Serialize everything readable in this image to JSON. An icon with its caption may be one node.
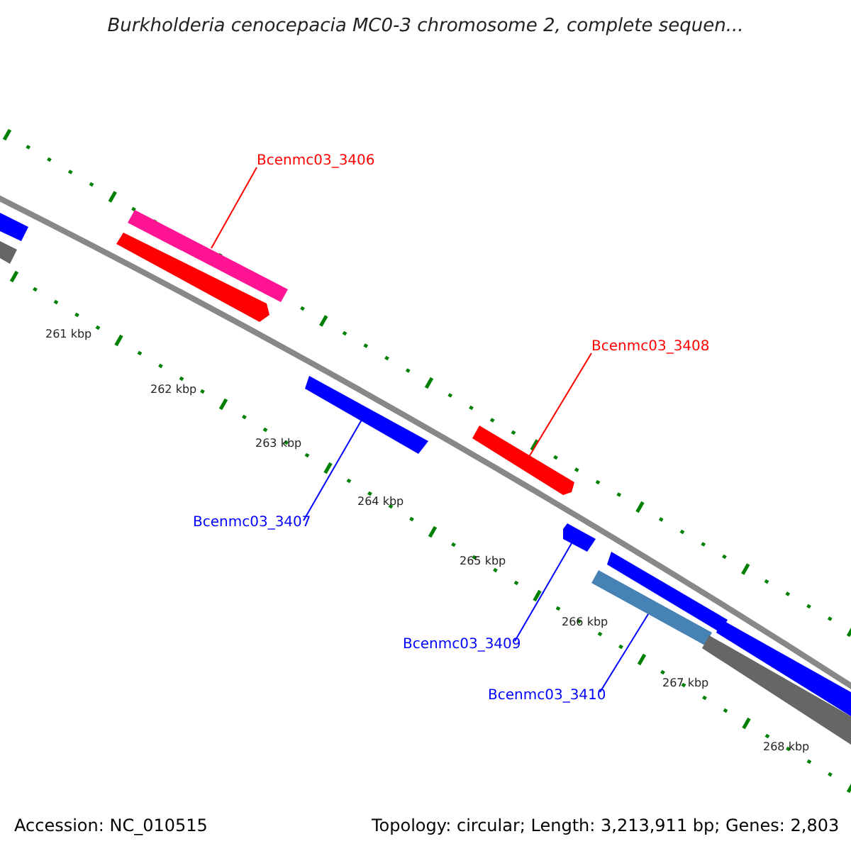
{
  "diagram": {
    "title": "Burkholderia cenocepacia MC0-3 chromosome 2, complete sequen...",
    "nodes": [
      {
        "text": [
          "Bcenmc03_3406"
        ]
      },
      {
        "text": [],
        "shape": "bar"
      },
      {
        "text": [
          "Bcenmc03_3408"
        ]
      },
      {
        "text": [],
        "shape": "bar"
      },
      {
        "text": [
          "Bcenmc03_3407"
        ]
      },
      {
        "text": [],
        "shape": "bar"
      },
      {
        "text": [
          "Bcenmc03_3409"
        ]
      },
      {
        "text": [],
        "shape": "bar"
      },
      {
        "text": [
          "Bcenmc03_3410"
        ]
      },
      {
        "text": [],
        "shape": "bar"
      },
      {
        "text": [],
        "shape": "bar"
      },
      {
        "text": [],
        "shape": "bar"
      },
      {
        "text": [],
        "shape": "bar"
      },
      {
        "text": [],
        "shape": "bar"
      },
      {
        "text": [],
        "shape": "bar"
      },
      {
        "text": [],
        "shape": "bar"
      }
    ],
    "edges": [
      {
        "from": 0,
        "to": 1,
        "arrow": "none",
        "color": "#ff0000"
      },
      {
        "from": 2,
        "to": 3,
        "arrow": "none",
        "color": "#ff0000"
      },
      {
        "from": 4,
        "to": 5,
        "arrow": "none"
      },
      {
        "from": 6,
        "to": 7,
        "arrow": "none"
      },
      {
        "from": 8,
        "to": 9,
        "arrow": "none"
      }
    ],
    "labels": [
      "261 kbp",
      "262 kbp",
      "263 kbp",
      "264 kbp",
      "265 kbp",
      "266 kbp",
      "267 kbp",
      "268 kbp",
      "Accession: NC_010515",
      "Topology: circular; Length: 3,213,911 bp; Genes: 2,803"
    ]
  }
}
